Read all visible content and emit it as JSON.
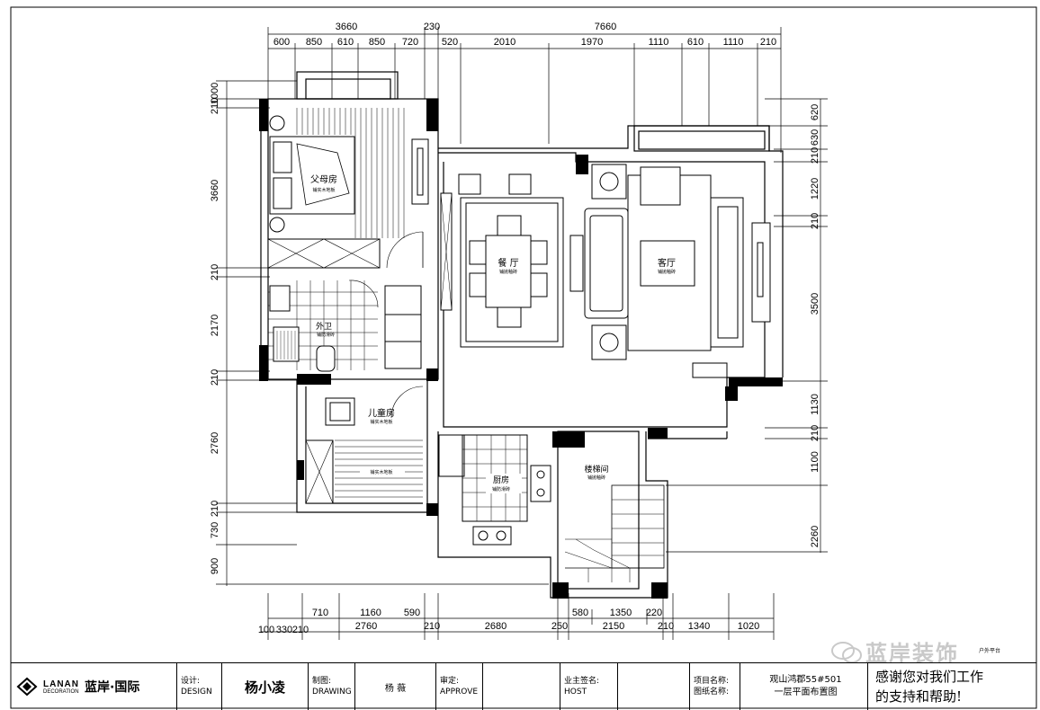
{
  "dimensions": {
    "top_outer": [
      "3660",
      "230",
      "7660"
    ],
    "top_inner": [
      "600",
      "850",
      "610",
      "850",
      "720",
      "520",
      "2010",
      "1970",
      "1110",
      "610",
      "1110",
      "210"
    ],
    "left": [
      "1000",
      "210",
      "3660",
      "210",
      "2170",
      "210",
      "2760",
      "210",
      "730",
      "900"
    ],
    "right": [
      "620",
      "630",
      "210",
      "1220",
      "210",
      "3500",
      "1130",
      "210",
      "1100",
      "2260"
    ],
    "bottom_inner": [
      "710",
      "1160",
      "590",
      "580",
      "1350",
      "220"
    ],
    "bottom_outer": [
      "100",
      "330",
      "210",
      "2760",
      "210",
      "2680",
      "250",
      "2150",
      "210",
      "1340",
      "1020"
    ]
  },
  "rooms": {
    "parents_room": "父母房",
    "parents_room_note": "铺实木地板",
    "dining": "餐  厅",
    "dining_note": "铺抛釉砖",
    "living": "客厅",
    "living_note": "铺抛釉砖",
    "bathroom": "外卫",
    "bathroom_note": "铺防滑砖",
    "kids_room": "儿童房",
    "kids_room_note": "铺实木地板",
    "kitchen": "厨房",
    "kitchen_note": "铺防滑砖",
    "stairwell": "楼梯间",
    "stairwell_note": "铺抛釉砖",
    "kids_floor_note": "铺实木地板",
    "corner_note": "户外平台"
  },
  "title_block": {
    "brand_en": "LANAN",
    "brand_sub": "DECORATION",
    "brand_cn": "蓝岸·国际",
    "design_label_cn": "设计:",
    "design_label_en": "DESIGN",
    "designer": "杨小凌",
    "drawing_label_cn": "制图:",
    "drawing_label_en": "DRAWING",
    "drafter": "杨  薇",
    "approve_label_cn": "审定:",
    "approve_label_en": "APPROVE",
    "approver": "",
    "host_label_cn": "业主签名:",
    "host_label_en": "HOST",
    "host": "",
    "project_label": "项目名称:",
    "drawing_name_label": "图纸名称:",
    "project_name": "观山鸿郡55#501",
    "drawing_name": "一层平面布置图",
    "thanks_line1": "感谢您对我们工作",
    "thanks_line2": "的支持和帮助!"
  },
  "watermark": "蓝岸装饰"
}
